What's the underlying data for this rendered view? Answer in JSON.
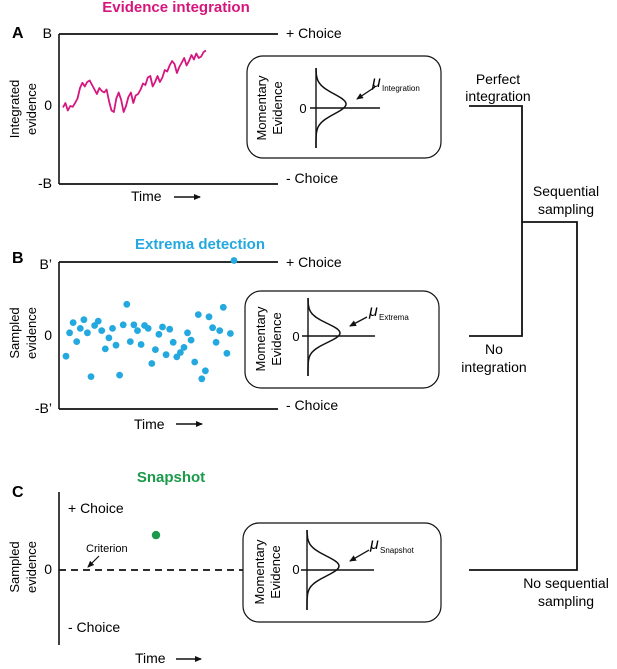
{
  "colors": {
    "integration": "#d6157e",
    "extrema": "#23a8e0",
    "snapshot": "#1a9a4a",
    "ink": "#111111"
  },
  "panelA": {
    "letter": "A",
    "title": "Evidence integration",
    "upper_bound_label": "B",
    "zero_label": "0",
    "lower_bound_label": "-B",
    "upper_choice": "+ Choice",
    "lower_choice": "- Choice",
    "ylabel_line1": "Integrated",
    "ylabel_line2": "evidence",
    "xlabel": "Time",
    "inset": {
      "ylabel_line1": "Momentary",
      "ylabel_line2": "Evidence",
      "zero_label": "0",
      "mu_symbol": "μ",
      "mu_subscript": "Integration"
    },
    "trace": [
      2,
      8,
      -2,
      4,
      3,
      8,
      14,
      28,
      35,
      30,
      36,
      38,
      32,
      26,
      20,
      28,
      24,
      22,
      26,
      10,
      -2,
      -4,
      14,
      22,
      12,
      -4,
      4,
      16,
      22,
      8,
      18,
      20,
      26,
      34,
      32,
      42,
      44,
      30,
      36,
      44,
      36,
      42,
      52,
      50,
      58,
      64,
      60,
      48,
      56,
      62,
      68,
      58,
      64,
      72,
      66,
      74,
      68,
      70,
      76,
      78
    ]
  },
  "panelB": {
    "letter": "B",
    "title": "Extrema detection",
    "upper_bound_label": "B’",
    "zero_label": "0",
    "lower_bound_label": "-B’",
    "upper_choice": "+ Choice",
    "lower_choice": "- Choice",
    "ylabel_line1": "Sampled",
    "ylabel_line2": "evidence",
    "xlabel": "Time",
    "inset": {
      "ylabel_line1": "Momentary",
      "ylabel_line2": "Evidence",
      "zero_label": "0",
      "mu_symbol": "μ",
      "mu_subscript": "Extrema"
    },
    "samples": [
      [
        1,
        -0.29
      ],
      [
        2,
        0.03
      ],
      [
        3,
        0.17
      ],
      [
        4,
        -0.09
      ],
      [
        5,
        0.09
      ],
      [
        6,
        0.21
      ],
      [
        7,
        0.03
      ],
      [
        8,
        -0.57
      ],
      [
        9,
        0.13
      ],
      [
        10,
        0.19
      ],
      [
        11,
        0.06
      ],
      [
        12,
        -0.19
      ],
      [
        13,
        -0.04
      ],
      [
        14,
        0.09
      ],
      [
        15,
        -0.14
      ],
      [
        16,
        -0.55
      ],
      [
        17,
        0.14
      ],
      [
        18,
        0.42
      ],
      [
        19,
        -0.09
      ],
      [
        20,
        0.14
      ],
      [
        21,
        0.06
      ],
      [
        22,
        -0.13
      ],
      [
        23,
        0.13
      ],
      [
        24,
        0.09
      ],
      [
        25,
        -0.39
      ],
      [
        26,
        -0.2
      ],
      [
        27,
        0.01
      ],
      [
        28,
        0.11
      ],
      [
        29,
        -0.27
      ],
      [
        30,
        0.08
      ],
      [
        31,
        -0.1
      ],
      [
        32,
        -0.3
      ],
      [
        33,
        -0.24
      ],
      [
        34,
        -0.17
      ],
      [
        35,
        0.03
      ],
      [
        36,
        -0.07
      ],
      [
        37,
        -0.37
      ],
      [
        38,
        0.28
      ],
      [
        39,
        -0.6
      ],
      [
        40,
        -0.49
      ],
      [
        41,
        0.25
      ],
      [
        42,
        0.1
      ],
      [
        43,
        -0.1
      ],
      [
        44,
        0.06
      ],
      [
        45,
        0.38
      ],
      [
        46,
        -0.25
      ],
      [
        47,
        0.02
      ],
      [
        48,
        1.02
      ]
    ]
  },
  "panelC": {
    "letter": "C",
    "title": "Snapshot",
    "upper_choice": "+ Choice",
    "lower_choice": "- Choice",
    "zero_label": "0",
    "criterion_label": "Criterion",
    "ylabel_line1": "Sampled",
    "ylabel_line2": "evidence",
    "xlabel": "Time",
    "inset": {
      "ylabel_line1": "Momentary",
      "ylabel_line2": "Evidence",
      "zero_label": "0",
      "mu_symbol": "μ",
      "mu_subscript": "Snapshot"
    },
    "sample": [
      1,
      0.36
    ]
  },
  "tree": {
    "perfect_line1": "Perfect",
    "perfect_line2": "integration",
    "no_integ_line1": "No",
    "no_integ_line2": "integration",
    "seq_line1": "Sequential",
    "seq_line2": "sampling",
    "noseq_line1": "No sequential",
    "noseq_line2": "sampling"
  }
}
